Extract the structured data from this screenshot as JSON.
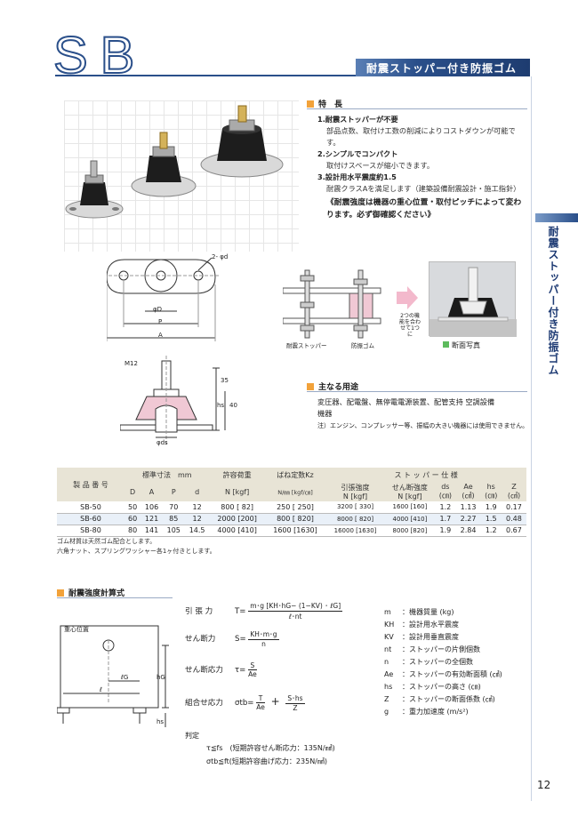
{
  "header": {
    "series": "SB",
    "subtitle": "耐震ストッパー付き防振ゴム",
    "side_tab": "耐震ストッパー付き防振ゴム"
  },
  "features": {
    "heading": "特　長",
    "items": [
      {
        "title": "1.耐震ストッパーが不要",
        "body": "部品点数、取付け工数の削減によりコストダウンが可能です。"
      },
      {
        "title": "2.シンプルでコンパクト",
        "body": "取付けスペースが縮小できます。"
      },
      {
        "title": "3.設計用水平震度約1.5",
        "body": "耐震クラスAを満足します（建築設備耐震設計・施工指針）"
      }
    ],
    "notice": "《耐震強度は機器の重心位置・取付ピッチによって変わります。必ず御確認ください》"
  },
  "drawing_labels": {
    "two_phi_d": "2- φd",
    "phi_D": "φD",
    "P": "P",
    "A": "A",
    "M12": "M12",
    "dim35": "35",
    "dim40": "40",
    "hs": "hs",
    "phi_ds": "φds",
    "stopper": "耐震ストッパー",
    "rubber": "防振ゴム",
    "combine": "2つの機能を合わせて1つに",
    "section_photo": "断面写真"
  },
  "uses": {
    "heading": "主なる用途",
    "text": "変圧器、配電盤、無停電電源装置、配管支持 空調設備機器",
    "note": "注）エンジン、コンプレッサー等、振幅の大きい機器には使用できません。"
  },
  "spec_table": {
    "group_headers": {
      "product": "製 品 番 号",
      "standard": "標準寸法　mm",
      "allowable": "許容荷重",
      "spring": "ばね定数Kz",
      "stopper": "ス ト ッ パ ー 仕 様"
    },
    "sub_headers": {
      "D": "D",
      "A": "A",
      "P": "P",
      "d": "d",
      "allowable_unit": "N [kgf]",
      "spring_unit": "N/㎜ [kgf/㎝]",
      "tensile": "引張強度",
      "tensile_unit": "N [kgf]",
      "shear": "せん断強度",
      "shear_unit": "N [kgf]",
      "ds": "ds",
      "ds_unit": "(㎝)",
      "Ae": "Ae",
      "Ae_unit": "(㎠)",
      "hs": "hs",
      "hs_unit": "(㎝)",
      "Z": "Z",
      "Z_unit": "(㎤)"
    },
    "rows": [
      {
        "name": "SB-50",
        "D": "50",
        "A": "106",
        "P": "70",
        "d": "12",
        "load": "800 [ 82]",
        "spring": "250 [ 250]",
        "tensile": "3200 [ 330]",
        "shear": "1600 [160]",
        "ds": "1.2",
        "Ae": "1.13",
        "hs": "1.9",
        "Z": "0.17"
      },
      {
        "name": "SB-60",
        "D": "60",
        "A": "121",
        "P": "85",
        "d": "12",
        "load": "2000 [200]",
        "spring": "800 [ 820]",
        "tensile": "8000 [ 820]",
        "shear": "4000 [410]",
        "ds": "1.7",
        "Ae": "2.27",
        "hs": "1.5",
        "Z": "0.48"
      },
      {
        "name": "SB-80",
        "D": "80",
        "A": "141",
        "P": "105",
        "d": "14.5",
        "load": "4000 [410]",
        "spring": "1600 [1630]",
        "tensile": "16000 [1630]",
        "shear": "8000 [820]",
        "ds": "1.9",
        "Ae": "2.84",
        "hs": "1.2",
        "Z": "0.67"
      }
    ],
    "notes": [
      "ゴム材質は天然ゴム配合とします。",
      "六角ナット、スプリングワッシャー各1ヶ付きとします。"
    ]
  },
  "calc": {
    "heading": "耐震強度計算式",
    "diagram": {
      "cog": "重心位置",
      "lG": "ℓG",
      "l": "ℓ",
      "hG": "hG",
      "hs": "hs"
    },
    "formulas": [
      {
        "label": "引 張 力",
        "lhs": "T=",
        "num": "m･g [KH･hG− (1−KV) ･ ℓG]",
        "den": "ℓ･nt"
      },
      {
        "label": "せん断力",
        "lhs": "S=",
        "num": "KH･m･g",
        "den": "n"
      },
      {
        "label": "せん断応力",
        "lhs": "τ=",
        "num": "S",
        "den": "Ae"
      },
      {
        "label": "組合せ応力",
        "lhs": "σtb=",
        "num": "T",
        "den": "Ae",
        "plus": "+",
        "num2": "S･hs",
        "den2": "Z"
      }
    ],
    "judge_label": "判定",
    "judges": [
      "τ≦fs　(短期許容せん断応力：135N/㎟)",
      "σtb≦ft(短期許容曲げ応力：235N/㎟)"
    ],
    "legend": [
      {
        "sym": "m",
        "desc": "：機器質量 (kg)"
      },
      {
        "sym": "KH",
        "desc": "：設計用水平震度"
      },
      {
        "sym": "KV",
        "desc": "：設計用垂直震度"
      },
      {
        "sym": "nt",
        "desc": "：ストッパーの片側個数"
      },
      {
        "sym": "n",
        "desc": "：ストッパーの全個数"
      },
      {
        "sym": "Ae",
        "desc": "：ストッパーの有効断面積 (㎠)"
      },
      {
        "sym": "hs",
        "desc": "：ストッパーの高さ (㎝)"
      },
      {
        "sym": "Z",
        "desc": "：ストッパーの断面係数 (㎤)"
      },
      {
        "sym": "g",
        "desc": "：重力加速度 (m/s²)"
      }
    ]
  },
  "page_number": "12",
  "colors": {
    "brand_blue": "#2a4f8a",
    "accent_orange": "#f2a23a",
    "table_header": "#e8e4d6",
    "table_alt": "#e9f0f8",
    "rubber_pink": "#f0c8d4"
  }
}
